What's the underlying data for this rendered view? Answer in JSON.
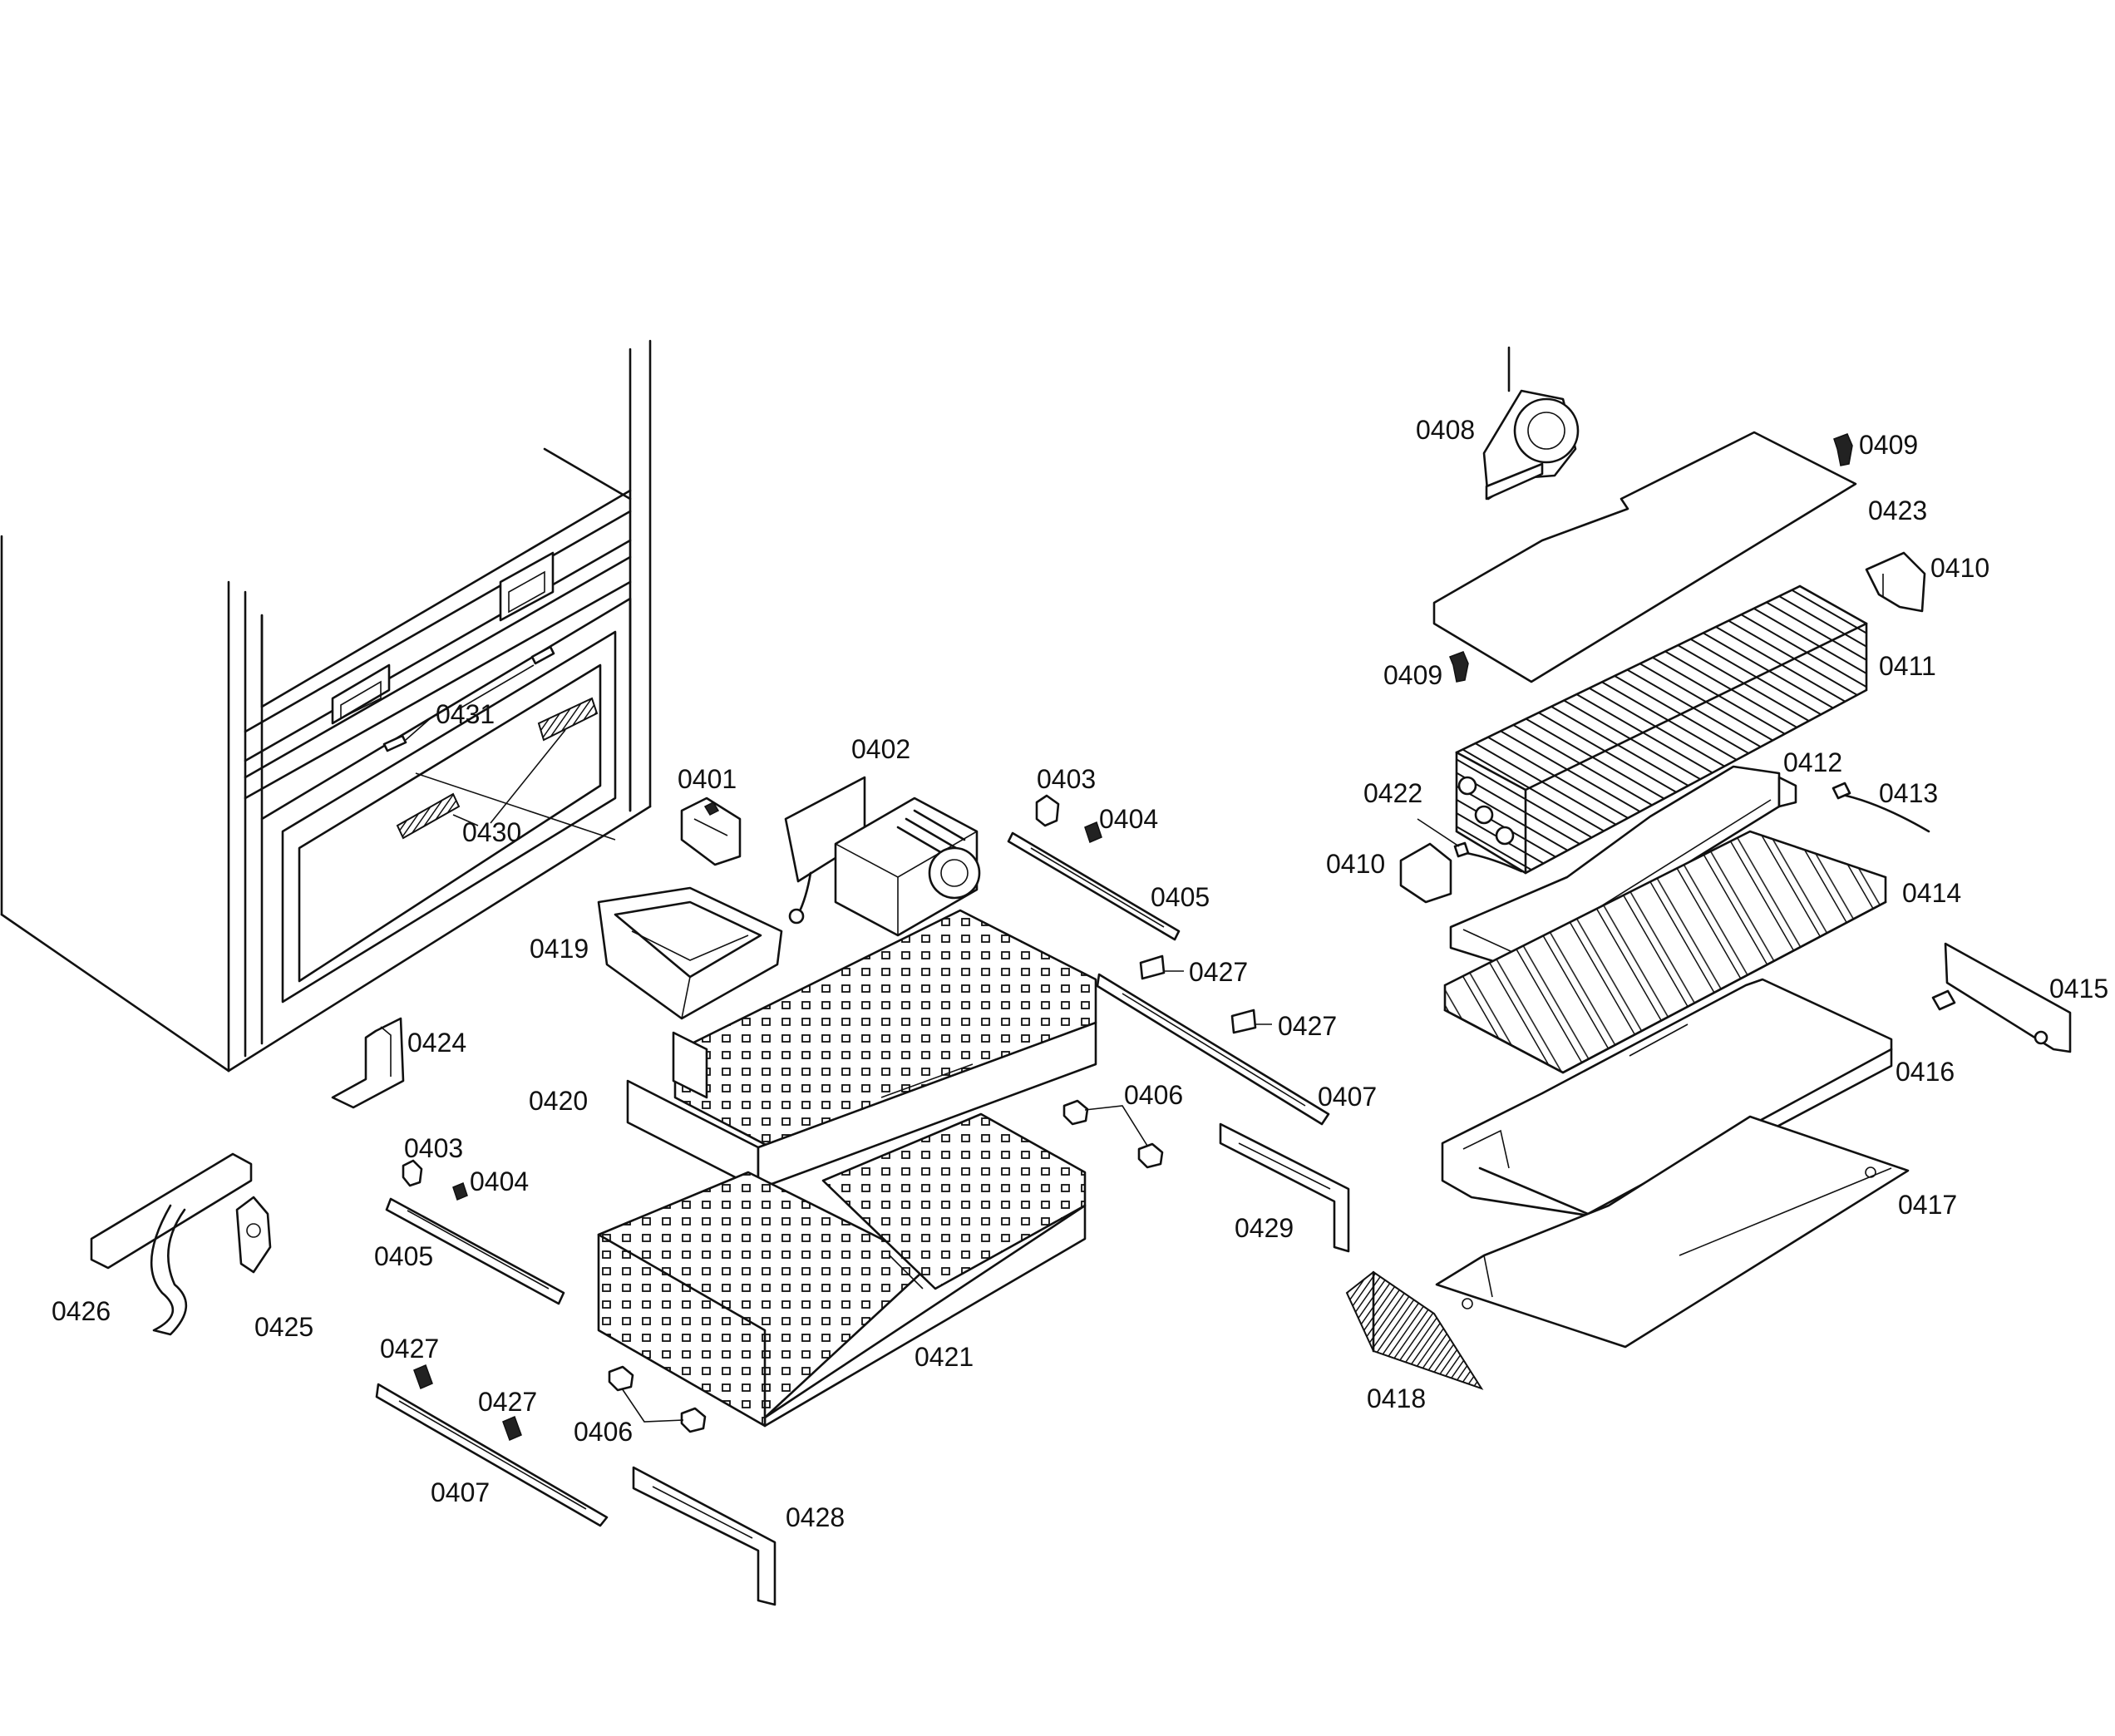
{
  "colors": {
    "ink": "#111111",
    "paper": "#ffffff"
  },
  "labels": {
    "p0401": "0401",
    "p0402": "0402",
    "p0403": "0403",
    "p0404": "0404",
    "p0405": "0405",
    "p0406": "0406",
    "p0407": "0407",
    "p0408": "0408",
    "p0409": "0409",
    "p0410": "0410",
    "p0411": "0411",
    "p0412": "0412",
    "p0413": "0413",
    "p0414": "0414",
    "p0415": "0415",
    "p0416": "0416",
    "p0417": "0417",
    "p0418": "0418",
    "p0419": "0419",
    "p0420": "0420",
    "p0421": "0421",
    "p0422": "0422",
    "p0423": "0423",
    "p0424": "0424",
    "p0425": "0425",
    "p0426": "0426",
    "p0427": "0427",
    "p0428": "0428",
    "p0429": "0429",
    "p0430": "0430",
    "p0431": "0431"
  }
}
